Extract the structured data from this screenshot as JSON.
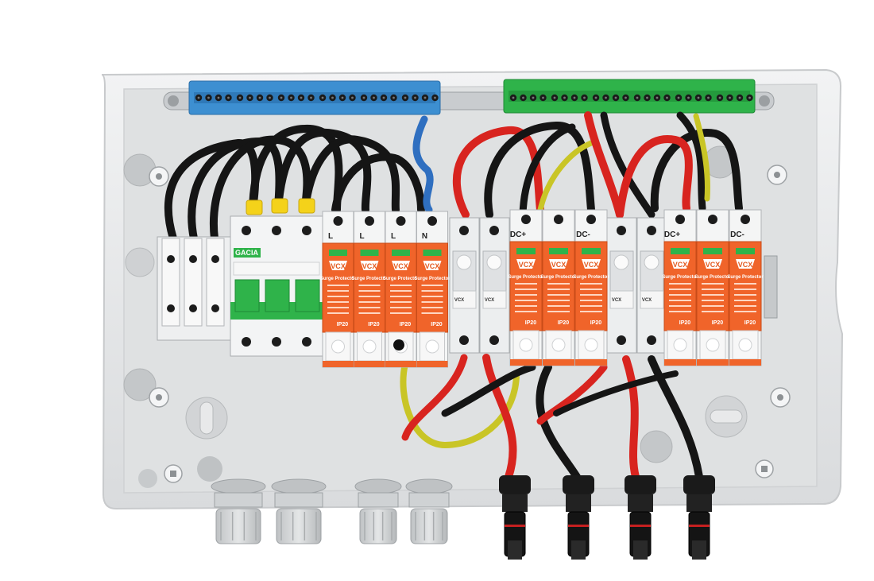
{
  "scene": {
    "subject": "solar PV combiner box with surge protectors",
    "colors": {
      "enclosure": "#e6e7e9",
      "enclosure_inner": "#dcdedf",
      "neutral_bar": "#3d8fd1",
      "earth_bar": "#2fb34a",
      "spd_orange": "#f0642a",
      "wire_red": "#d8241f",
      "wire_black": "#151515",
      "wire_yellow_green": "#c9c526"
    }
  },
  "breaker": {
    "brand": "GACIA"
  },
  "ac_spd": {
    "terminal_labels": [
      "L",
      "L",
      "L",
      "N"
    ],
    "brand": "VCX",
    "title": "Surge Protector",
    "rating": "IP20"
  },
  "dc_spd_1": {
    "terminal_labels": [
      "DC+",
      "DC-"
    ],
    "brand": "VCX",
    "title": "Surge Protector",
    "rating": "IP20"
  },
  "dc_spd_2": {
    "terminal_labels": [
      "DC+",
      "DC-"
    ],
    "brand": "VCX",
    "title": "Surge Protector",
    "rating": "IP20"
  },
  "fuse_holders": {
    "brand": "VCX"
  }
}
